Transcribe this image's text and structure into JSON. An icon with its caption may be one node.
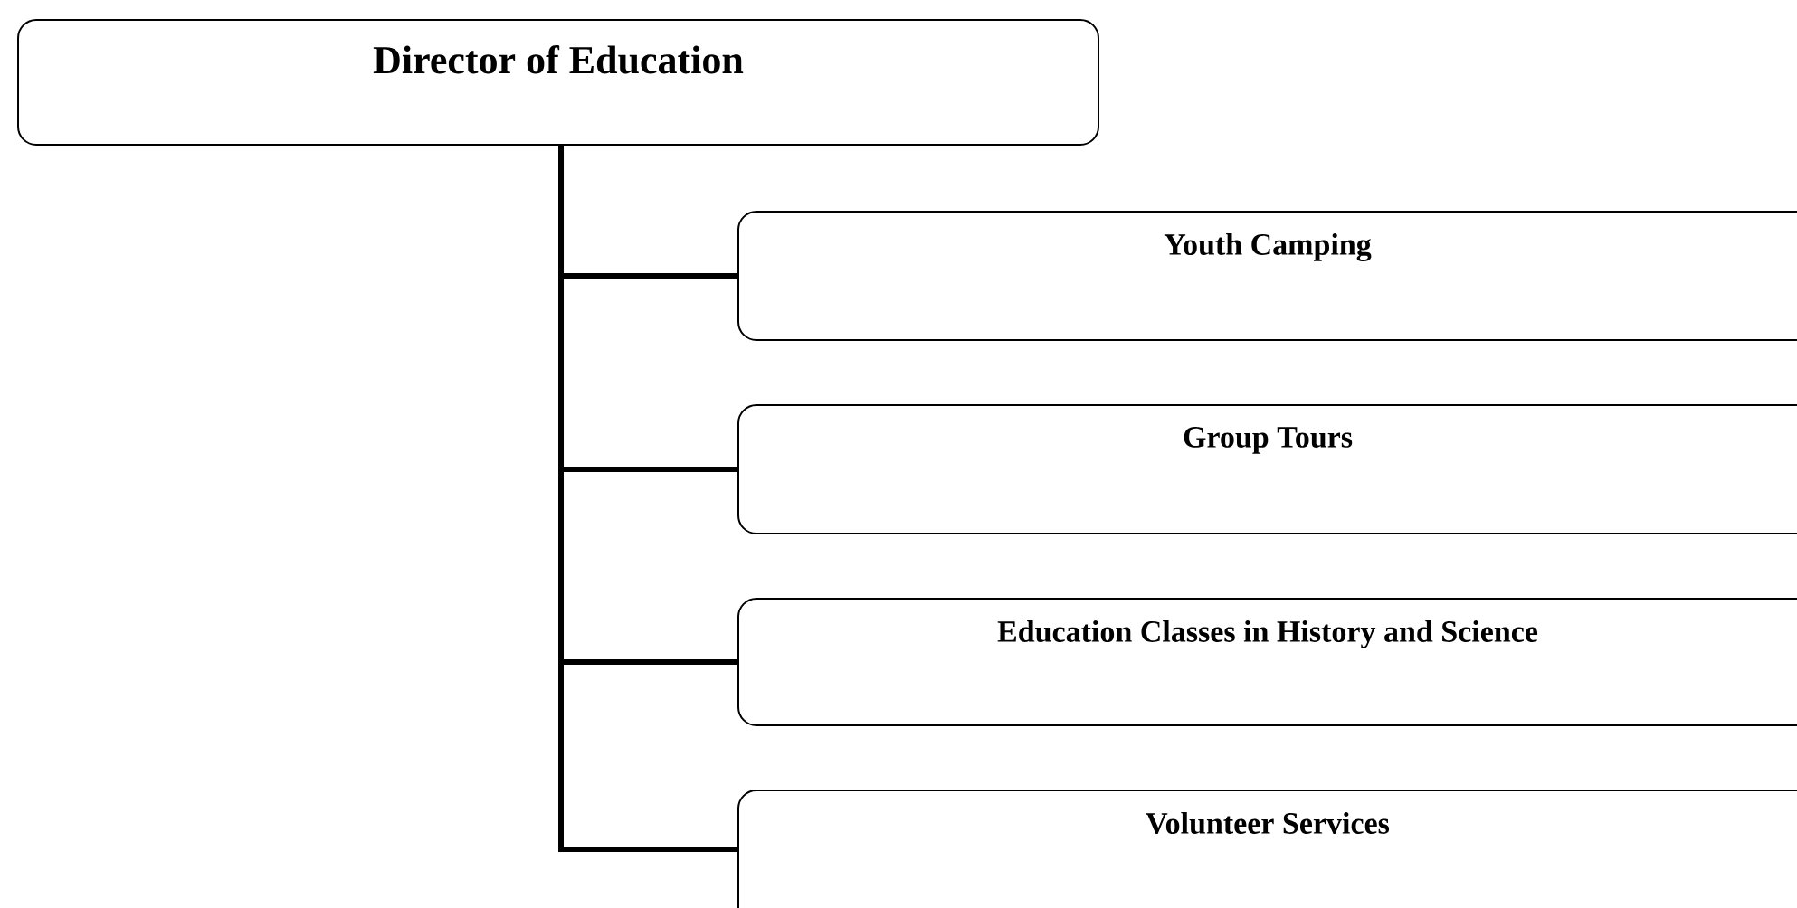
{
  "diagram": {
    "nodes": [
      {
        "text": [
          "Director of Education"
        ]
      },
      {
        "text": [
          "Youth Camping"
        ]
      },
      {
        "text": [
          "Group Tours"
        ]
      },
      {
        "text": [
          "Education Classes in History and Science"
        ]
      },
      {
        "text": [
          "Volunteer Services"
        ]
      }
    ],
    "edges": [
      {
        "from": 0,
        "to": 1,
        "arrow": "none"
      },
      {
        "from": 0,
        "to": 2,
        "arrow": "none"
      },
      {
        "from": 0,
        "to": 3,
        "arrow": "none"
      },
      {
        "from": 0,
        "to": 4,
        "arrow": "none"
      }
    ]
  }
}
